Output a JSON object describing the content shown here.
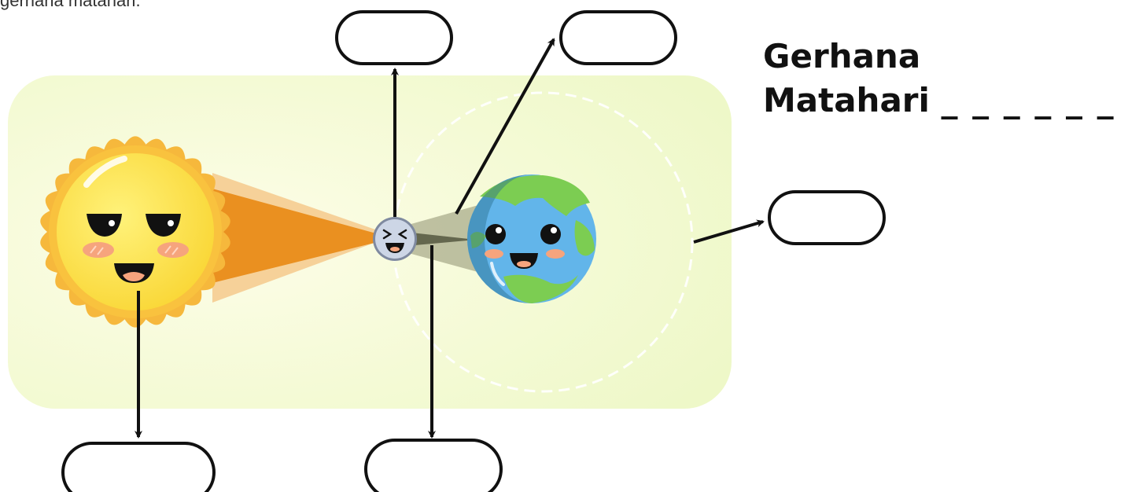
{
  "top_text": "gerhana matahari.",
  "title": {
    "line1": "Gerhana",
    "line2": "Matahari",
    "blank": "_ _ _ _ _ _ _"
  },
  "colors": {
    "panel_bg": "#f3fbd6",
    "sun": "#fbe33d",
    "sun_rays": "#f6b83c",
    "umbra": "#e8901c",
    "penumbra": "#f6cf96",
    "moon": "#c6d1e3",
    "earth_ocean": "#5fb3e8",
    "earth_land": "#7ccd52",
    "moon_shadow": "#6a6b55",
    "arrow": "#111111",
    "orbit": "#ffffff"
  },
  "elements": {
    "sun": "sun-icon",
    "moon": "moon-icon",
    "earth": "earth-icon"
  },
  "answer_boxes": [
    {
      "id": "label-box-top-moon",
      "text": ""
    },
    {
      "id": "label-box-top-right",
      "text": ""
    },
    {
      "id": "label-box-orbit",
      "text": ""
    },
    {
      "id": "label-box-sun",
      "text": ""
    },
    {
      "id": "label-box-shadow",
      "text": ""
    }
  ]
}
